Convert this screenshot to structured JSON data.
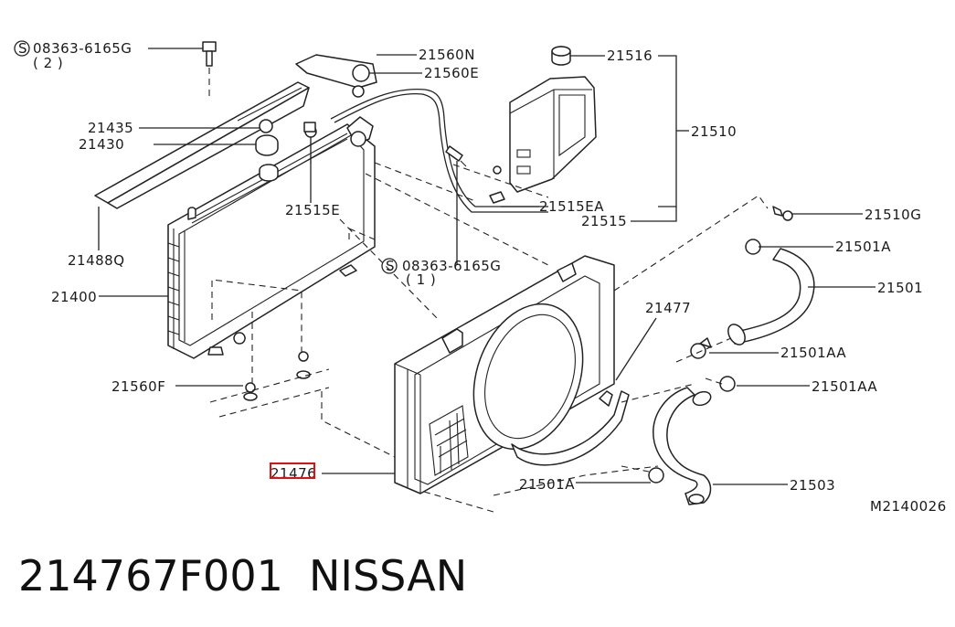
{
  "diagram_code": "M2140026",
  "bottom": {
    "part_number": "214767F001",
    "brand": "NISSAN"
  },
  "highlight_color": "#e01010",
  "labels": {
    "bolt_top_code": "08363-6165G",
    "bolt_top_qty": "( 2 )",
    "p21560N": "21560N",
    "p21560E": "21560E",
    "p21516": "21516",
    "p21510": "21510",
    "p21435": "21435",
    "p21430": "21430",
    "p21515E": "21515E",
    "p21515EA": "21515EA",
    "p21515": "21515",
    "p21510G": "21510G",
    "p21488Q": "21488Q",
    "bolt_mid_code": "08363-6165G",
    "bolt_mid_qty": "( 1 )",
    "p21501A_top": "21501A",
    "p21400": "21400",
    "p21501": "21501",
    "p21477": "21477",
    "p21501AA_1": "21501AA",
    "p21560F": "21560F",
    "p21501AA_2": "21501AA",
    "p21476": "21476",
    "p21501A_bottom": "21501A",
    "p21503": "21503"
  }
}
